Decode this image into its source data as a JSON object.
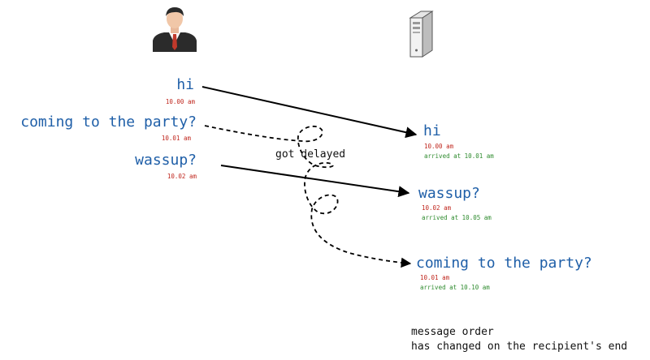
{
  "icons": {
    "sender": "businessman-icon",
    "receiver": "server-icon"
  },
  "sent": [
    {
      "text": "hi",
      "time": "10.00 am"
    },
    {
      "text": "coming to the party?",
      "time": "10.01 am"
    },
    {
      "text": "wassup?",
      "time": "10.02 am"
    }
  ],
  "received": [
    {
      "text": "hi",
      "time": "10.00 am",
      "arrived": "arrived at 10.01 am"
    },
    {
      "text": "wassup?",
      "time": "10.02 am",
      "arrived": "arrived at 10.05 am"
    },
    {
      "text": "coming to the party?",
      "time": "10.01 am",
      "arrived": "arrived at 10.10 am"
    }
  ],
  "delay_label": "got delayed",
  "footer": {
    "line1": "message order",
    "line2": "has changed on the recipient's end"
  },
  "colors": {
    "message": "#1f5fa8",
    "timestamp": "#c0281f",
    "arrived": "#2e8b2e",
    "line": "#000000"
  }
}
